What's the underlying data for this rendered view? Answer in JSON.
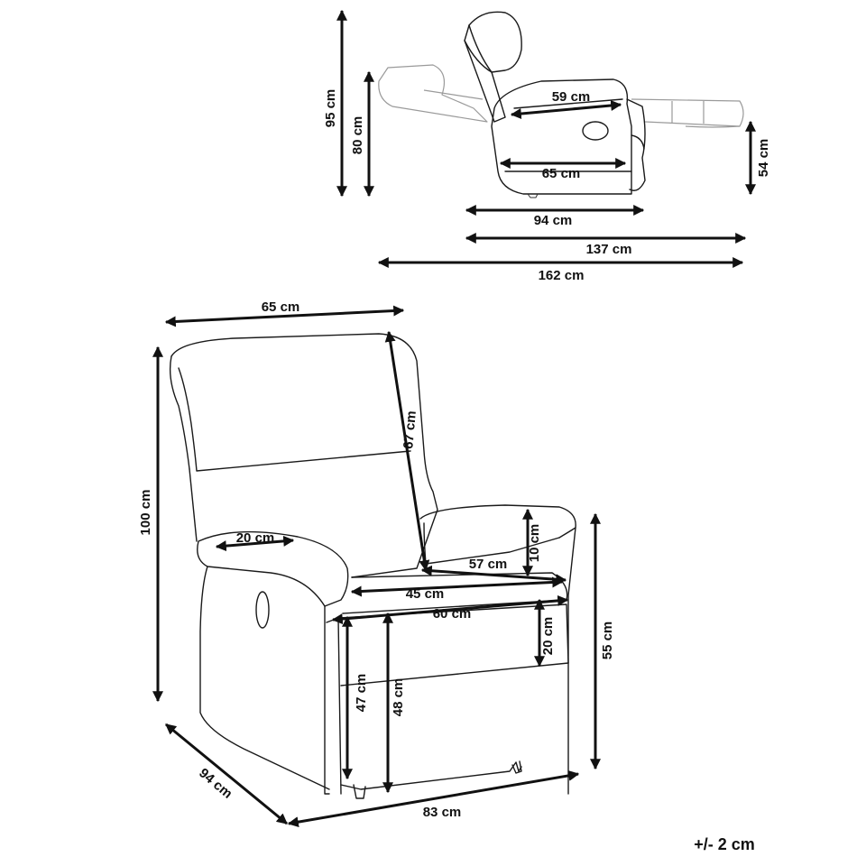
{
  "side_view": {
    "height_total": "95 cm",
    "height_back": "80 cm",
    "seat_depth": "59 cm",
    "base_depth": "65 cm",
    "depth_upright": "94 cm",
    "depth_footrest": "137 cm",
    "depth_reclined": "162 cm",
    "footrest_height": "54 cm"
  },
  "front_view": {
    "width_back": "65 cm",
    "height_total": "100 cm",
    "backrest_height": "67 cm",
    "armrest_width": "20 cm",
    "armrest_height": "10 cm",
    "seat_depth": "57 cm",
    "seat_width": "45 cm",
    "seat_width_outer": "60 cm",
    "arm_to_seat": "20 cm",
    "seat_height_1": "47 cm",
    "seat_height_2": "48 cm",
    "arm_height": "55 cm",
    "depth": "94 cm",
    "width": "83 cm"
  },
  "tolerance": "+/- 2 cm"
}
